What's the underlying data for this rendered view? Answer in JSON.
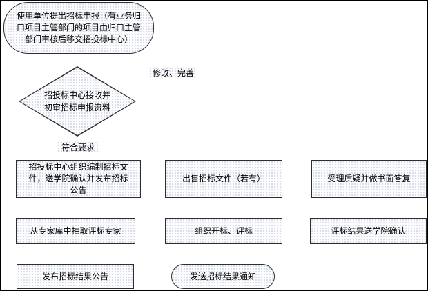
{
  "page": {
    "background": "#ffffff",
    "frame_border": "#000000",
    "shape_fill": "#fcfcfe",
    "shape_dither_dot": "#ccd4e2",
    "shape_border": "#2e2e2e",
    "text_color": "#000000"
  },
  "flowchart": {
    "start": {
      "text": "使用单位提出招标申报（有业务归\n口项目主管部门的项目由归口主管\n部门审核后移交招投标中心）"
    },
    "decision": {
      "text": "招投标中心接收并\n初审招标申报资料"
    },
    "labels": {
      "revise": "修改、完善",
      "meets": "符合要求"
    },
    "boxes": [
      {
        "id": "prepare-documents",
        "text": "招投标中心组织编制招标文\n件，送学院确认并发布招标\n公告"
      },
      {
        "id": "sell-documents",
        "text": "出售招标文件（若有）"
      },
      {
        "id": "handle-queries",
        "text": "受理质疑并做书面答复"
      },
      {
        "id": "select-experts",
        "text": "从专家库中抽取评标专家"
      },
      {
        "id": "bid-opening",
        "text": "组织开标、评标"
      },
      {
        "id": "result-confirm",
        "text": "评标结果送学院确认"
      },
      {
        "id": "publish-result",
        "text": "发布招标结果公告"
      }
    ],
    "end": {
      "text": "发送招标结果通知"
    }
  }
}
